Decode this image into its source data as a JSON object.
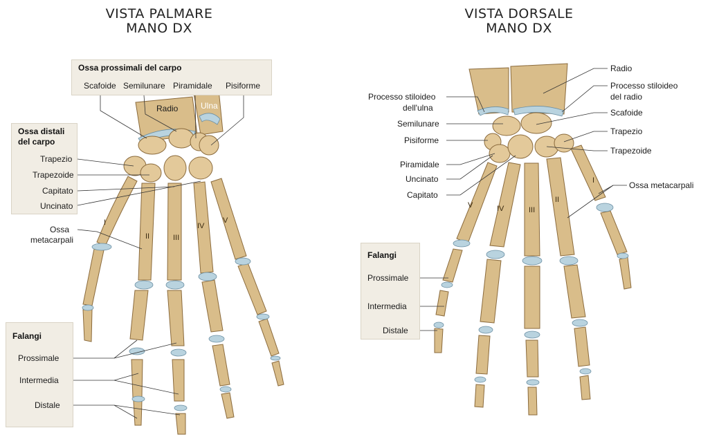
{
  "palmar": {
    "title_line1": "VISTA PALMARE",
    "title_line2": "MANO DX",
    "proximal_carpal": {
      "heading": "Ossa prossimali del carpo",
      "labels": [
        "Scafoide",
        "Semilunare",
        "Piramidale",
        "Pisiforme"
      ]
    },
    "forearm_labels": {
      "radius": "Radio",
      "ulna": "Ulna"
    },
    "distal_carpal": {
      "heading_line1": "Ossa distali",
      "heading_line2": "del carpo",
      "labels": [
        "Trapezio",
        "Trapezoide",
        "Capitato",
        "Uncinato"
      ]
    },
    "metacarpal_line1": "Ossa",
    "metacarpal_line2": "metacarpali",
    "roman": [
      "I",
      "II",
      "III",
      "IV",
      "V"
    ],
    "phalanges": {
      "heading": "Falangi",
      "labels": [
        "Prossimale",
        "Intermedia",
        "Distale"
      ]
    }
  },
  "dorsal": {
    "title_line1": "VISTA DORSALE",
    "title_line2": "MANO DX",
    "left_labels": [
      "Processo stiloideo",
      "dell'ulna",
      "Semilunare",
      "Pisiforme",
      "Piramidale",
      "Uncinato",
      "Capitato"
    ],
    "right_labels": [
      "Radio",
      "Processo stiloideo",
      "del radio",
      "Scafoide",
      "Trapezio",
      "Trapezoide",
      "Ossa metacarpali"
    ],
    "roman": [
      "I",
      "II",
      "III",
      "IV",
      "V"
    ],
    "phalanges": {
      "heading": "Falangi",
      "labels": [
        "Prossimale",
        "Intermedia",
        "Distale"
      ]
    }
  },
  "colors": {
    "bone": "#d9bd8a",
    "cartilage": "#b9d3df",
    "box": "#f1ede4"
  }
}
